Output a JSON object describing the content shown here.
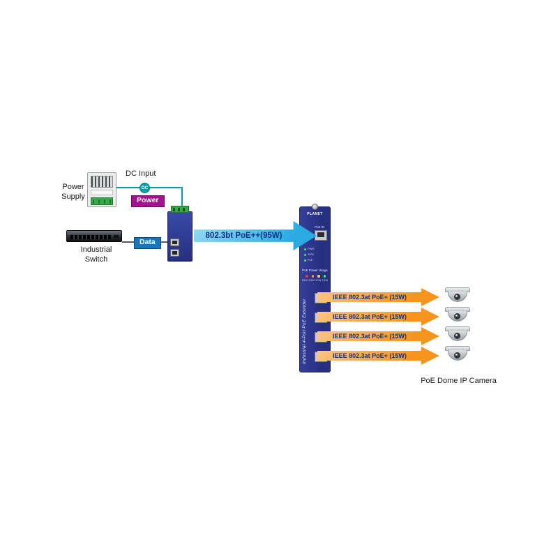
{
  "power_supply": {
    "label": "Power\nSupply"
  },
  "dc": {
    "input_label": "DC Input",
    "badge": "DC",
    "power_badge": "Power"
  },
  "switch": {
    "label": "Industrial\nSwitch",
    "data_badge": "Data"
  },
  "uplink_arrow": {
    "label": "802.3bt PoE++(95W)"
  },
  "extender": {
    "brand": "PLANET",
    "port_label": "PoE IN",
    "leds": [
      "PWR",
      "1000",
      "PoE"
    ],
    "usage_label": "PoE Power Usage",
    "usage_scale": "95W 60W 30W 15W",
    "vertical_name": "Industrial 4-Port PoE Extender"
  },
  "poe_arrows": [
    "IEEE 802.3at PoE+ (15W)",
    "IEEE 802.3at PoE+ (15W)",
    "IEEE 802.3at PoE+ (15W)",
    "IEEE 802.3at PoE+ (15W)"
  ],
  "cameras_label": "PoE Dome IP Camera",
  "colors": {
    "teal_line": "#00a0a8",
    "uplink_arrow": "#29abe2",
    "poe_arrow": "#f7941e",
    "power_badge": "#a3138e",
    "data_badge": "#1b75bc",
    "device_navy": "#2b3991"
  }
}
